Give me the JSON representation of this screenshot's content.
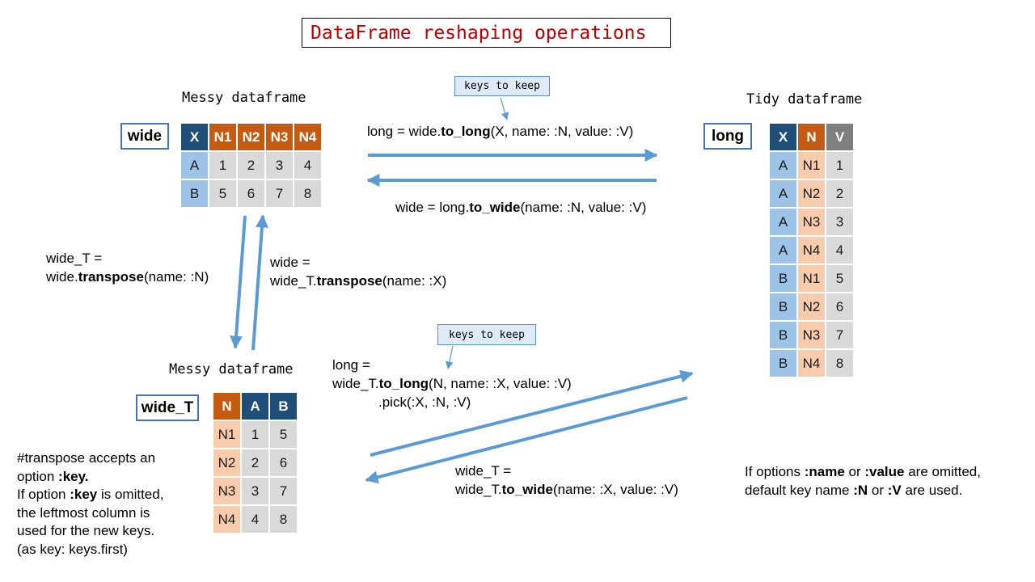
{
  "title": "DataFrame reshaping operations",
  "captions": {
    "messy_top": "Messy dataframe",
    "tidy": "Tidy dataframe",
    "messy_bottom": "Messy dataframe"
  },
  "labels": {
    "wide": "wide",
    "long": "long",
    "wide_T": "wide_T"
  },
  "notes": {
    "keys_top": "keys to keep",
    "keys_bottom": "keys to keep"
  },
  "ops": {
    "to_long": {
      "pre": "long = wide.",
      "method": "to_long",
      "args": "(X, name: :N, value: :V)"
    },
    "to_wide": {
      "pre": "wide = long.",
      "method": "to_wide",
      "args": "(name: :N, value: :V)"
    },
    "transpose_fwd": {
      "line1": "wide_T =",
      "pre": "wide.",
      "method": "transpose",
      "args": "(name: :N)"
    },
    "transpose_back": {
      "line1": "wide =",
      "pre": "wide_T.",
      "method": "transpose",
      "args": "(name: :X)"
    },
    "to_long2": {
      "line1": "long =",
      "pre": "wide_T.",
      "method": "to_long",
      "args": "(N, name: :X, value: :V)",
      "line3": ".pick(:X, :N, :V)"
    },
    "to_wide2": {
      "line1": "wide_T =",
      "pre": "wide_T.",
      "method": "to_wide",
      "args": "(name: :X, value: :V)"
    }
  },
  "notes_text": {
    "transpose": {
      "l1": "#transpose accepts an",
      "l2_pre": "option ",
      "l2_b": ":key.",
      "l3_pre": "If option ",
      "l3_b": ":key",
      "l3_post": " is omitted,",
      "l4": "the leftmost column is",
      "l5": "used for the new keys.",
      "l6": "(as key: keys.first)"
    },
    "options": {
      "l1_pre": "If options ",
      "l1_b1": ":name",
      "l1_mid": " or ",
      "l1_b2": ":value",
      "l1_post": " are omitted,",
      "l2_pre": "default key name ",
      "l2_b1": ":N",
      "l2_mid": " or ",
      "l2_b2": ":V",
      "l2_post": " are used."
    }
  },
  "tables": {
    "wide": {
      "headers": [
        "X",
        "N1",
        "N2",
        "N3",
        "N4"
      ],
      "rows": [
        [
          "A",
          "1",
          "2",
          "3",
          "4"
        ],
        [
          "B",
          "5",
          "6",
          "7",
          "8"
        ]
      ]
    },
    "long": {
      "headers": [
        "X",
        "N",
        "V"
      ],
      "rows": [
        [
          "A",
          "N1",
          "1"
        ],
        [
          "A",
          "N2",
          "2"
        ],
        [
          "A",
          "N3",
          "3"
        ],
        [
          "A",
          "N4",
          "4"
        ],
        [
          "B",
          "N1",
          "5"
        ],
        [
          "B",
          "N2",
          "6"
        ],
        [
          "B",
          "N3",
          "7"
        ],
        [
          "B",
          "N4",
          "8"
        ]
      ]
    },
    "wide_T": {
      "headers": [
        "N",
        "A",
        "B"
      ],
      "rows": [
        [
          "N1",
          "1",
          "5"
        ],
        [
          "N2",
          "2",
          "6"
        ],
        [
          "N3",
          "3",
          "7"
        ],
        [
          "N4",
          "4",
          "8"
        ]
      ]
    }
  },
  "colors": {
    "arrow": "#5b9bd5",
    "title_text": "#c00000",
    "label_border": "#4472c4"
  }
}
